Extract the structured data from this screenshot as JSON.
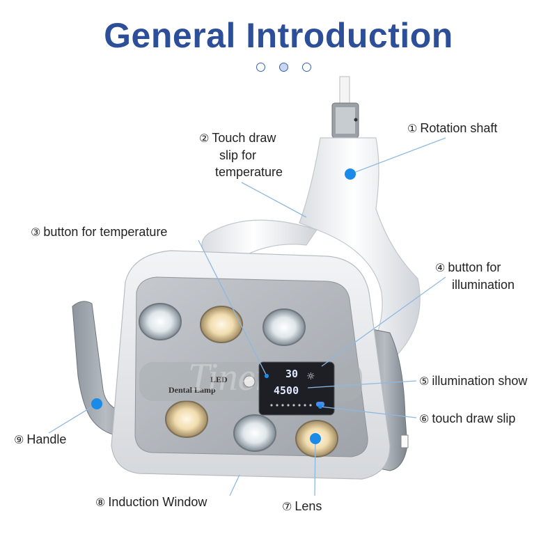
{
  "title": "General Introduction",
  "pager": {
    "count": 3,
    "active": 1
  },
  "device": {
    "logo_line1": "LED",
    "logo_line2": "Dental Lamp",
    "watermark": "Tiner",
    "display_top": "30",
    "display_bottom": "4500"
  },
  "callouts": [
    {
      "num": "①",
      "text": "Rotation shaft"
    },
    {
      "num": "②",
      "lines": [
        "Touch draw",
        "slip for",
        "temperature"
      ]
    },
    {
      "num": "③",
      "text": "button for temperature"
    },
    {
      "num": "④",
      "lines": [
        "button for",
        "illumination"
      ]
    },
    {
      "num": "⑤",
      "text": "illumination show"
    },
    {
      "num": "⑥",
      "text": "touch draw slip"
    },
    {
      "num": "⑦",
      "text": "Lens"
    },
    {
      "num": "⑧",
      "text": "Induction Window"
    },
    {
      "num": "⑨",
      "text": "Handle"
    }
  ],
  "colors": {
    "title": "#2d4f9a",
    "marker": "#1a8be8",
    "leader": "#8fb8df"
  }
}
